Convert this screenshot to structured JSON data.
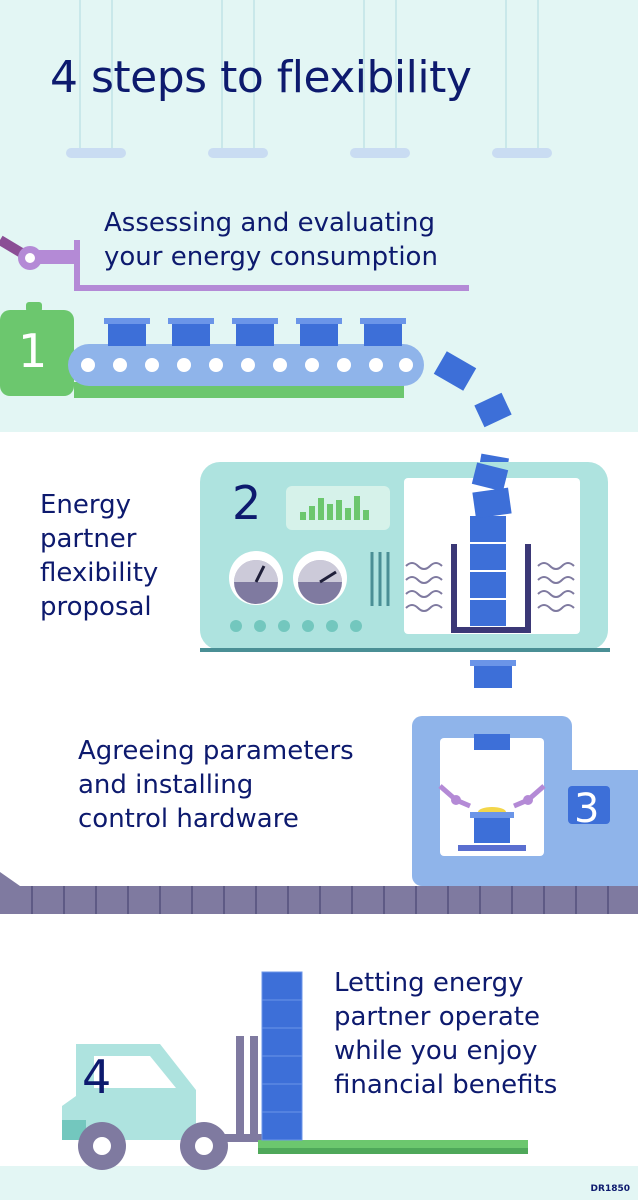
{
  "title": "4 steps to flexibility",
  "steps": [
    {
      "number": "1",
      "lines": [
        "Assessing and evaluating",
        "your energy consumption"
      ]
    },
    {
      "number": "2",
      "lines": [
        "Energy",
        "partner",
        "flexibility",
        "proposal"
      ]
    },
    {
      "number": "3",
      "lines": [
        "Agreeing parameters",
        "and installing",
        "control hardware"
      ]
    },
    {
      "number": "4",
      "lines": [
        "Letting energy",
        "partner operate",
        "while you enjoy",
        "financial benefits"
      ]
    }
  ],
  "doc_id": "DR1850",
  "colors": {
    "navy": "#0d1a6e",
    "mint_bg": "#e3f6f4",
    "box_blue": "#3d6fd8",
    "green": "#6cc76e",
    "teal": "#aee3df",
    "purple": "#b48ad6"
  },
  "icons": [
    "robot-arm-icon",
    "conveyor-belt-icon",
    "box-icon",
    "control-panel-icon",
    "gauge-icon",
    "equalizer-icon",
    "robotic-arms-icon",
    "forklift-icon"
  ]
}
